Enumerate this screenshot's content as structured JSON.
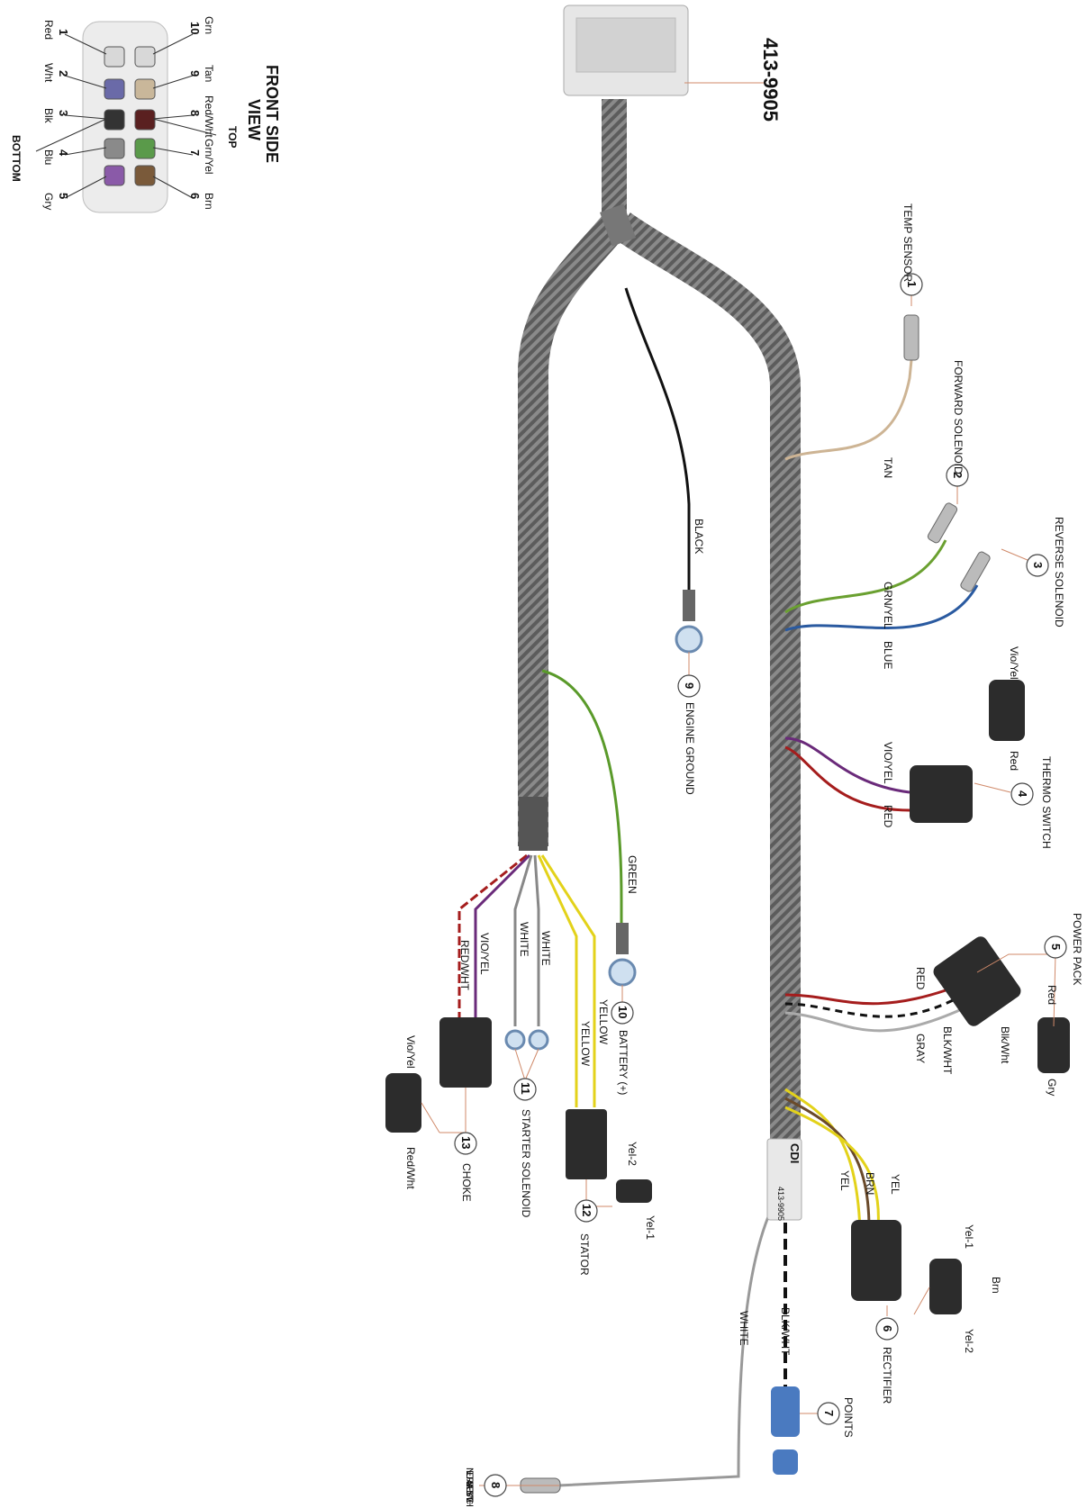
{
  "part_number": "413-9905",
  "front_view": {
    "title_line1": "FRONT SIDE",
    "title_line2": "VIEW",
    "top_label": "TOP",
    "bottom_label": "BOTTOM",
    "pins": [
      {
        "n": "1",
        "color": "Red"
      },
      {
        "n": "2",
        "color": "Wht"
      },
      {
        "n": "3",
        "color": "Blk"
      },
      {
        "n": "4",
        "color": "Blu"
      },
      {
        "n": "5",
        "color": "Gry"
      },
      {
        "n": "6",
        "color": "Brn"
      },
      {
        "n": "7",
        "color": "Grn/Yel"
      },
      {
        "n": "8",
        "color": "Red/Wht"
      },
      {
        "n": "9",
        "color": "Tan"
      },
      {
        "n": "10",
        "color": "Grn"
      }
    ]
  },
  "components": {
    "c1": {
      "n": "1",
      "name": "TEMP SENSOR"
    },
    "c2": {
      "n": "2",
      "name": "FORWARD SOLENOID"
    },
    "c3": {
      "n": "3",
      "name": "REVERSE SOLENOID"
    },
    "c4": {
      "n": "4",
      "name": "THERMO SWITCH"
    },
    "c5": {
      "n": "5",
      "name": "POWER PACK"
    },
    "c6": {
      "n": "6",
      "name": "RECTIFIER"
    },
    "c7": {
      "n": "7",
      "name": "POINTS"
    },
    "c8": {
      "n": "8",
      "name": "NEUTRAL SAFETY SWITCH"
    },
    "c9": {
      "n": "9",
      "name": "ENGINE GROUND"
    },
    "c10": {
      "n": "10",
      "name": "BATTERY (+)"
    },
    "c11": {
      "n": "11",
      "name": "STATOR"
    },
    "c12": {
      "n": "12",
      "name": "STARTER SOLENOID"
    },
    "c13": {
      "n": "13",
      "name": "CHOKE"
    }
  },
  "wire_labels": {
    "tan": "TAN",
    "grn_yel": "GRN/YEL",
    "blue": "BLUE",
    "vio_yel": "VIO/YEL",
    "red": "RED",
    "red2": "RED",
    "blk_wht": "BLK/WHT",
    "gray": "GRAY",
    "yel": "YEL",
    "brn": "BRN",
    "yel2": "YEL",
    "blk_wht2": "BLK/WHT",
    "white": "WHITE",
    "black": "BLACK",
    "green": "GREEN",
    "yellow1": "YELLOW",
    "yellow2": "YELLOW",
    "white1": "WHITE",
    "white2": "WHITE",
    "vio_yel2": "VIO/YEL",
    "red_wht": "RED/WHT"
  },
  "pin_labels": {
    "thermo_vio": "Vio/Yel",
    "thermo_red": "Red",
    "pp_red": "Red",
    "pp_blk": "Blk/Wht",
    "pp_gry": "Gry",
    "rect_y1": "Yel-1",
    "rect_brn": "Brn",
    "rect_y2": "Yel-2",
    "stator_y2": "Yel-2",
    "stator_y1": "Yel-1",
    "choke_vio": "Vio/Yel",
    "choke_red": "Red/Wht"
  },
  "tag": {
    "brand": "CDI",
    "part": "413-9905"
  },
  "colors": {
    "harness": "#6e6e6e",
    "red": "#a51d1d",
    "yellow": "#e3d21a",
    "green": "#5a9a2a",
    "blue": "#2a5aa0",
    "brown": "#6a4a2a",
    "tan": "#cdb494",
    "violet": "#6a2a7a",
    "leader": "#d08a6a"
  }
}
